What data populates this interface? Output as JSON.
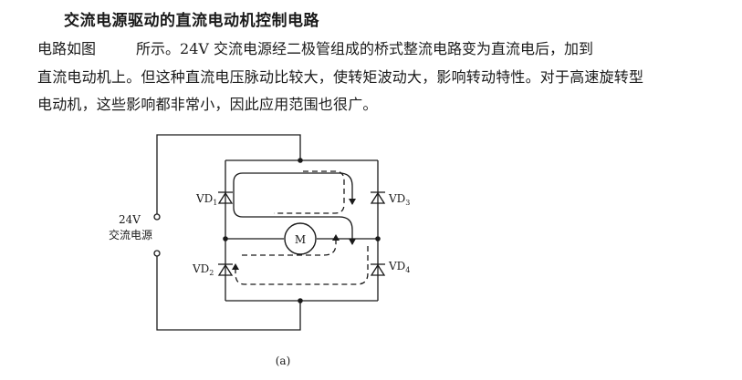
{
  "document": {
    "title": "交流电源驱动的直流电动机控制电路",
    "paragraph": {
      "line1_a": "电路如图",
      "line1_b": "所示。24V 交流电源经二极管组成的桥式整流电路变为直流电后，加到",
      "line2": "直流电动机上。但这种直流电压脉动比较大，使转矩波动大，影响转动特性。对于高速旋转型",
      "line3": "电动机，这些影响都非常小，因此应用范围也很广。"
    }
  },
  "figure": {
    "source_voltage": "24V",
    "source_label": "交流电源",
    "motor_label": "M",
    "diodes": [
      {
        "name": "VD",
        "sub": "1"
      },
      {
        "name": "VD",
        "sub": "2"
      },
      {
        "name": "VD",
        "sub": "3"
      },
      {
        "name": "VD",
        "sub": "4"
      }
    ],
    "caption": "(a)"
  }
}
